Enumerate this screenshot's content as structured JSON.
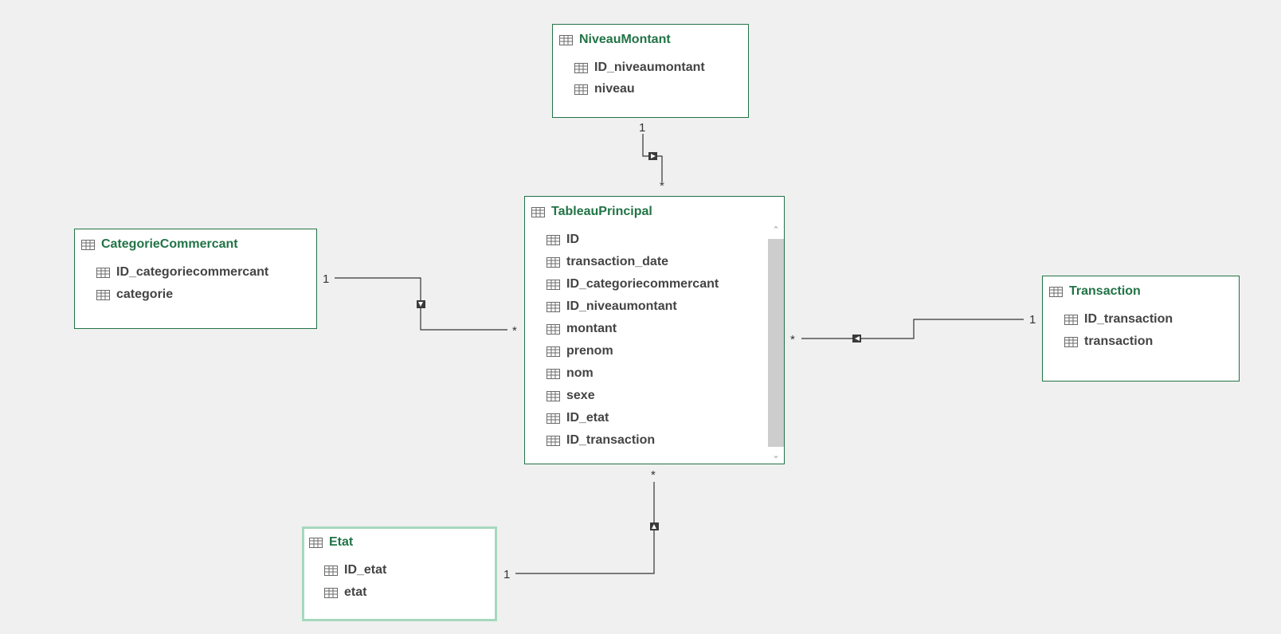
{
  "tables": {
    "niveau_montant": {
      "name": "NiveauMontant",
      "fields": [
        "ID_niveaumontant",
        "niveau"
      ]
    },
    "tableau_principal": {
      "name": "TableauPrincipal",
      "fields": [
        "ID",
        "transaction_date",
        "ID_categoriecommercant",
        "ID_niveaumontant",
        "montant",
        "prenom",
        "nom",
        "sexe",
        "ID_etat",
        "ID_transaction"
      ]
    },
    "categorie_commercant": {
      "name": "CategorieCommercant",
      "fields": [
        "ID_categoriecommercant",
        "categorie"
      ]
    },
    "transaction": {
      "name": "Transaction",
      "fields": [
        "ID_transaction",
        "transaction"
      ]
    },
    "etat": {
      "name": "Etat",
      "fields": [
        "ID_etat",
        "etat"
      ]
    }
  },
  "relationships": [
    {
      "from": "NiveauMontant",
      "to": "TableauPrincipal",
      "one": "1",
      "many": "*"
    },
    {
      "from": "CategorieCommercant",
      "to": "TableauPrincipal",
      "one": "1",
      "many": "*"
    },
    {
      "from": "Transaction",
      "to": "TableauPrincipal",
      "one": "1",
      "many": "*"
    },
    {
      "from": "Etat",
      "to": "TableauPrincipal",
      "one": "1",
      "many": "*"
    }
  ],
  "colors": {
    "background": "#f0f0f0",
    "table_border": "#217346",
    "table_title": "#217346",
    "selected_border": "#a6d8bd",
    "field_text": "#444444",
    "line": "#333333"
  },
  "icons": {
    "table": "table-icon",
    "field": "table-icon"
  },
  "selected_table": "Etat"
}
